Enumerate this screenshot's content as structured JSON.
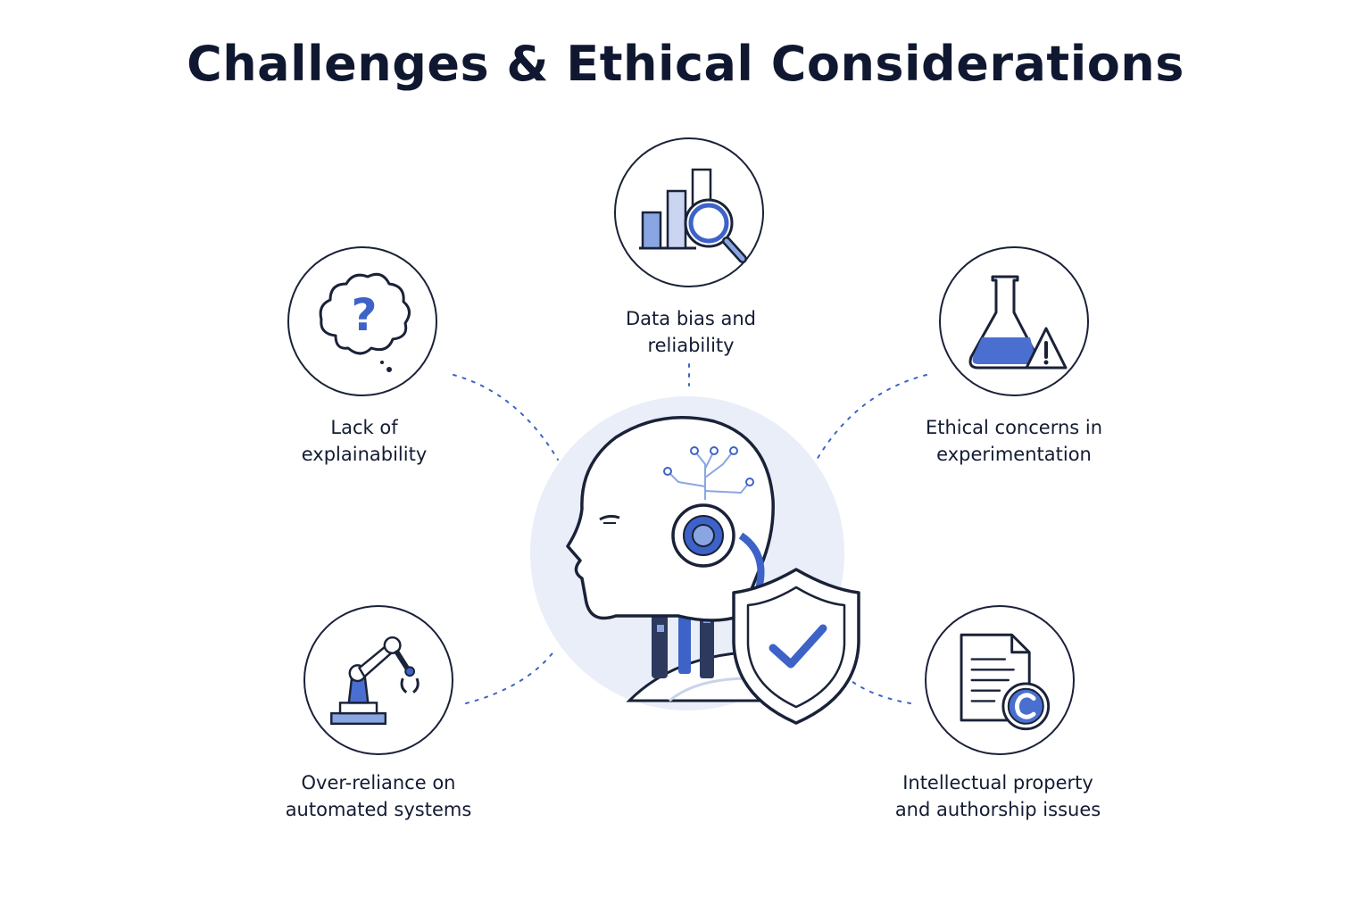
{
  "title": "Challenges & Ethical Considerations",
  "colors": {
    "accent": "#3d63c8",
    "accent_light": "#8aa6e2",
    "outline": "#1a2238",
    "center_glow": "#e9eef9"
  },
  "challenges": [
    {
      "icon": "question-cloud-icon",
      "line1": "Lack of",
      "line2": "explainability"
    },
    {
      "icon": "bar-chart-magnifier-icon",
      "line1": "Data bias and",
      "line2": "reliability"
    },
    {
      "icon": "flask-warning-icon",
      "line1": "Ethical concerns in",
      "line2": "experimentation"
    },
    {
      "icon": "robotic-arm-icon",
      "line1": "Over-reliance on",
      "line2": "automated systems"
    },
    {
      "icon": "document-copyright-icon",
      "line1": "Intellectual property",
      "line2": "and authorship issues"
    }
  ],
  "center": {
    "icon": "ai-head-shield-icon"
  }
}
